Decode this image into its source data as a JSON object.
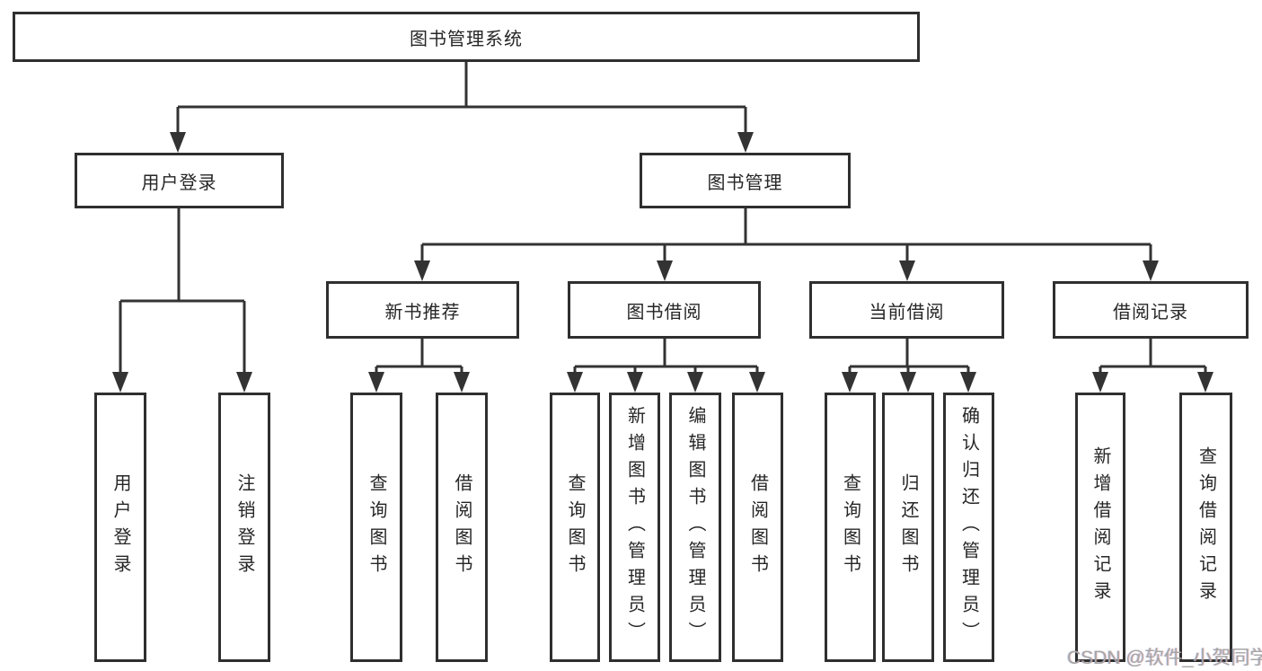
{
  "diagram_title": "图书管理系统",
  "watermark": "CSDN @软件_小贺同学",
  "colors": {
    "line": "#333333",
    "border": "#2f2f2f",
    "text": "#262626",
    "background": "#ffffff",
    "watermark": "#a6a6a6"
  },
  "tree": {
    "root": {
      "label": "图书管理系统",
      "children": [
        {
          "label": "用户登录",
          "children": [
            {
              "label": "用户登录"
            },
            {
              "label": "注销登录"
            }
          ]
        },
        {
          "label": "图书管理",
          "children": [
            {
              "label": "新书推荐",
              "children": [
                {
                  "label": "查询图书"
                },
                {
                  "label": "借阅图书"
                }
              ]
            },
            {
              "label": "图书借阅",
              "children": [
                {
                  "label": "查询图书"
                },
                {
                  "label": "新增图书（管理员）"
                },
                {
                  "label": "编辑图书（管理员）"
                },
                {
                  "label": "借阅图书"
                }
              ]
            },
            {
              "label": "当前借阅",
              "children": [
                {
                  "label": "查询图书"
                },
                {
                  "label": "归还图书"
                },
                {
                  "label": "确认归还（管理员）"
                }
              ]
            },
            {
              "label": "借阅记录",
              "children": [
                {
                  "label": "新增借阅记录"
                },
                {
                  "label": "查询借阅记录"
                }
              ]
            }
          ]
        }
      ]
    }
  }
}
